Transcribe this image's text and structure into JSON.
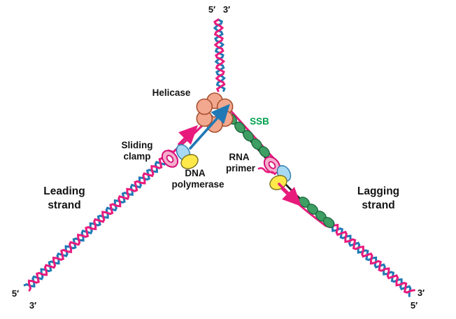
{
  "labels": {
    "top_prime_left": "5′",
    "top_prime_right": "3′",
    "helicase": "Helicase",
    "ssb": "SSB",
    "sliding_clamp": [
      "Sliding",
      "clamp"
    ],
    "dna_polymerase": [
      "DNA",
      "polymerase"
    ],
    "rna_primer": [
      "RNA",
      "primer"
    ],
    "leading_strand": [
      "Leading",
      "strand"
    ],
    "lagging_strand": [
      "Lagging",
      "strand"
    ],
    "bottom_left": [
      "5′",
      "3′"
    ],
    "bottom_right": [
      "3′",
      "5′"
    ]
  },
  "colors": {
    "strand_pink": "#e81b7d",
    "strand_blue": "#2079b5",
    "template_dark": "#1d1d21",
    "helicase_fill": "#f2a88f",
    "helicase_stroke": "#a8502f",
    "ssb_fill": "#3f9e63",
    "ssb_stroke": "#1d6b3e",
    "ssb_text": "#00a04d",
    "clamp_fill": "#f5aecb",
    "clamp_stroke": "#d50d76",
    "poly_blue": "#a8d9f2",
    "poly_blue_stroke": "#2f7cb0",
    "poly_yellow": "#ffe94a",
    "poly_yellow_stroke": "#7a6f1f",
    "label_color": "#131313"
  }
}
